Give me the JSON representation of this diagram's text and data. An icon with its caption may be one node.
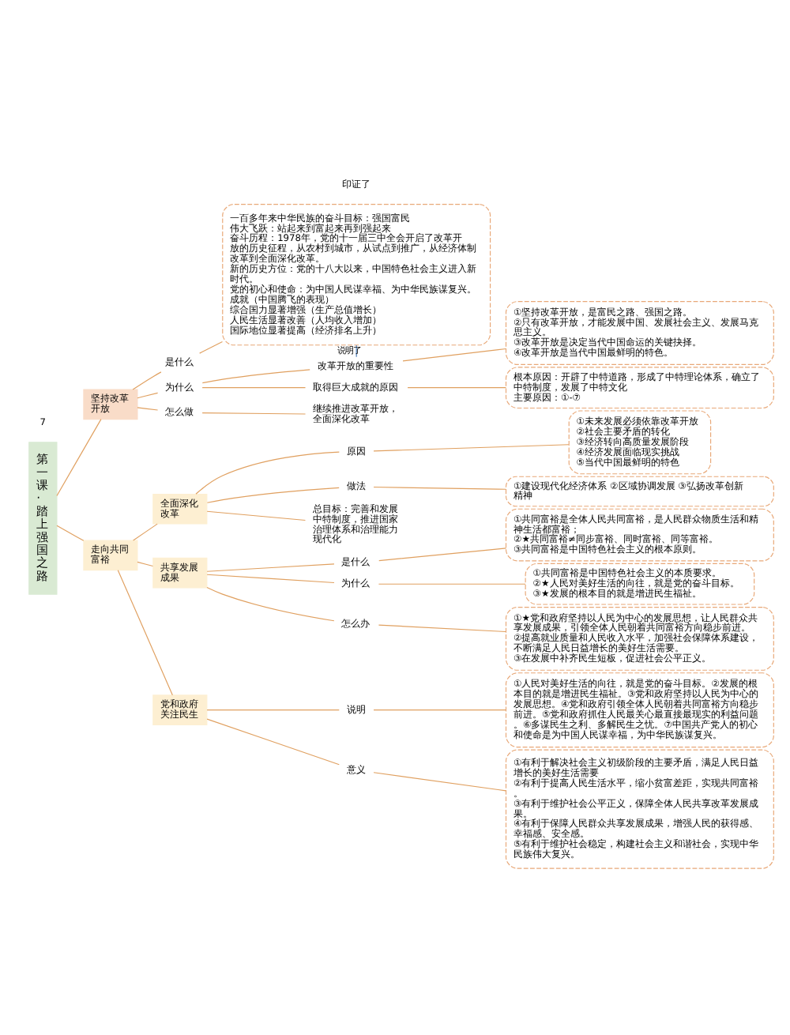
{
  "diagram": {
    "nodes": [
      {
        "text": [
          "第一课·踏上强国之路"
        ]
      },
      {
        "text": [
          "坚持改革开放"
        ]
      },
      {
        "text": [
          "走向共同富裕"
        ]
      },
      {
        "text": [
          "是什么"
        ]
      },
      {
        "text": [
          "一百多年来中华民族的奋斗目标：强国富民",
          "伟大飞跃：站起来到富起来再到强起来",
          "奋斗历程：1978年，党的十一届三中全会开启了改革开放的历史征程，从农村到城市，从试点到推广，从经济体制改革到全面深化改革。",
          "新的历史方位：党的十八大以来，中国特色社会主义进入新时代。",
          "党的初心和使命：为中国人民谋幸福、为中华民族谋复兴。",
          "成就（中国腾飞的表现）",
          "综合国力显著增强（生产总值增长）",
          "人民生活显著改善（人均收入增加）",
          "国际地位显著提高（经济排名上升）"
        ]
      },
      {
        "text": [
          "为什么"
        ]
      },
      {
        "text": [
          "改革开放的重要性"
        ]
      },
      {
        "text": [
          "①坚持改革开放，是富民之路、强国之路。",
          "②只有改革开放，才能发展中国、发展社会主义、发展马克思主义。",
          "③改革开放是决定当代中国命运的关键抉择。",
          "④改革开放是当代中国最鲜明的特色。"
        ]
      },
      {
        "text": [
          "取得巨大成就的原因"
        ]
      },
      {
        "text": [
          "根本原因：开辟了中特道路，形成了中特理论体系，确立了中特制度，发展了中特文化",
          "主要原因：①-⑦"
        ]
      },
      {
        "text": [
          "怎么做"
        ]
      },
      {
        "text": [
          "继续推进改革开放，全面深化改革"
        ]
      },
      {
        "text": [
          "全面深化改革"
        ]
      },
      {
        "text": [
          "原因"
        ]
      },
      {
        "text": [
          "①未来发展必须依靠改革开放",
          "②社会主要矛盾的转化",
          "③经济转向高质量发展阶段",
          "④经济发展面临现实挑战",
          "⑤当代中国最鲜明的特色"
        ]
      },
      {
        "text": [
          "做法"
        ]
      },
      {
        "text": [
          "①建设现代化经济体系 ②区域协调发展 ③弘扬改革创新精神"
        ]
      },
      {
        "text": [
          "总目标：完善和发展中特制度，推进国家治理体系和治理能力现代化"
        ]
      },
      {
        "text": [
          "共享发展成果"
        ]
      },
      {
        "text": [
          "是什么"
        ]
      },
      {
        "text": [
          "①共同富裕是全体人民共同富裕，是人民群众物质生活和精神生活都富裕；",
          "②★共同富裕≠同步富裕、同时富裕、同等富裕。",
          "③共同富裕是中国特色社会主义的根本原则。"
        ]
      },
      {
        "text": [
          "为什么"
        ]
      },
      {
        "text": [
          "①共同富裕是中国特色社会主义的本质要求。",
          "②★人民对美好生活的向往，就是党的奋斗目标。",
          "③★发展的根本目的就是增进民生福祉。"
        ]
      },
      {
        "text": [
          "怎么办"
        ]
      },
      {
        "text": [
          "①★党和政府坚持以人民为中心的发展思想，让人民群众共享发展成果，引领全体人民朝着共同富裕方向稳步前进。",
          "②提高就业质量和人民收入水平，加强社会保障体系建设，不断满足人民日益增长的美好生活需要。",
          "③在发展中补齐民生短板，促进社会公平正义。"
        ]
      },
      {
        "text": [
          "党和政府关注民生"
        ]
      },
      {
        "text": [
          "说明"
        ]
      },
      {
        "text": [
          "①人民对美好生活的向往，就是党的奋斗目标。②发展的根本目的就是增进民生福祉。③党和政府坚持以人民为中心的发展思想。④党和政府引领全体人民朝着共同富裕方向稳步前进。⑤党和政府抓住人民最关心最直接最现实的利益问题。⑥多谋民生之利、多解民生之忧。⑦中国共产党人的初心和使命是为中国人民谋幸福，为中华民族谋复兴。"
        ]
      },
      {
        "text": [
          "意义"
        ]
      },
      {
        "text": [
          "①有利于解决社会主义初级阶段的主要矛盾，满足人民日益增长的美好生活需要",
          "②有利于提高人民生活水平，缩小贫富差距，实现共同富裕。",
          "③有利于维护社会公平正义，保障全体人民共享改革发展成果。",
          "④有利于保障人民群众共享发展成果，增强人民的获得感、幸福感、安全感。",
          "⑤有利于维护社会稳定，构建社会主义和谐社会，实现中华民族伟大复兴。"
        ]
      }
    ],
    "edges": [
      {
        "from": 0,
        "to": 1,
        "arrow": "none"
      },
      {
        "from": 0,
        "to": 2,
        "arrow": "none"
      },
      {
        "from": 1,
        "to": 3,
        "arrow": "none"
      },
      {
        "from": 3,
        "to": 4,
        "arrow": "none"
      },
      {
        "from": 1,
        "to": 5,
        "arrow": "none"
      },
      {
        "from": 5,
        "to": 6,
        "arrow": "none"
      },
      {
        "from": 6,
        "to": 7,
        "arrow": "none"
      },
      {
        "from": 5,
        "to": 8,
        "arrow": "none"
      },
      {
        "from": 8,
        "to": 9,
        "arrow": "none"
      },
      {
        "from": 1,
        "to": 10,
        "arrow": "none"
      },
      {
        "from": 10,
        "to": 11,
        "arrow": "none"
      },
      {
        "from": 4,
        "to": 6,
        "arrow": "none",
        "label": "说明了",
        "color": "#4a7ebb"
      },
      {
        "from": 2,
        "to": 12,
        "arrow": "none"
      },
      {
        "from": 12,
        "to": 13,
        "arrow": "none"
      },
      {
        "from": 13,
        "to": 14,
        "arrow": "none"
      },
      {
        "from": 12,
        "to": 15,
        "arrow": "none"
      },
      {
        "from": 15,
        "to": 16,
        "arrow": "none"
      },
      {
        "from": 12,
        "to": 17,
        "arrow": "none"
      },
      {
        "from": 2,
        "to": 18,
        "arrow": "none"
      },
      {
        "from": 18,
        "to": 19,
        "arrow": "none"
      },
      {
        "from": 19,
        "to": 20,
        "arrow": "none"
      },
      {
        "from": 18,
        "to": 21,
        "arrow": "none"
      },
      {
        "from": 21,
        "to": 22,
        "arrow": "none"
      },
      {
        "from": 18,
        "to": 23,
        "arrow": "none"
      },
      {
        "from": 23,
        "to": 24,
        "arrow": "none"
      },
      {
        "from": 2,
        "to": 25,
        "arrow": "none"
      },
      {
        "from": 25,
        "to": 26,
        "arrow": "none"
      },
      {
        "from": 26,
        "to": 27,
        "arrow": "none"
      },
      {
        "from": 25,
        "to": 28,
        "arrow": "none"
      },
      {
        "from": 28,
        "to": 29,
        "arrow": "none"
      }
    ],
    "labels": [
      "7",
      "印证了"
    ]
  }
}
